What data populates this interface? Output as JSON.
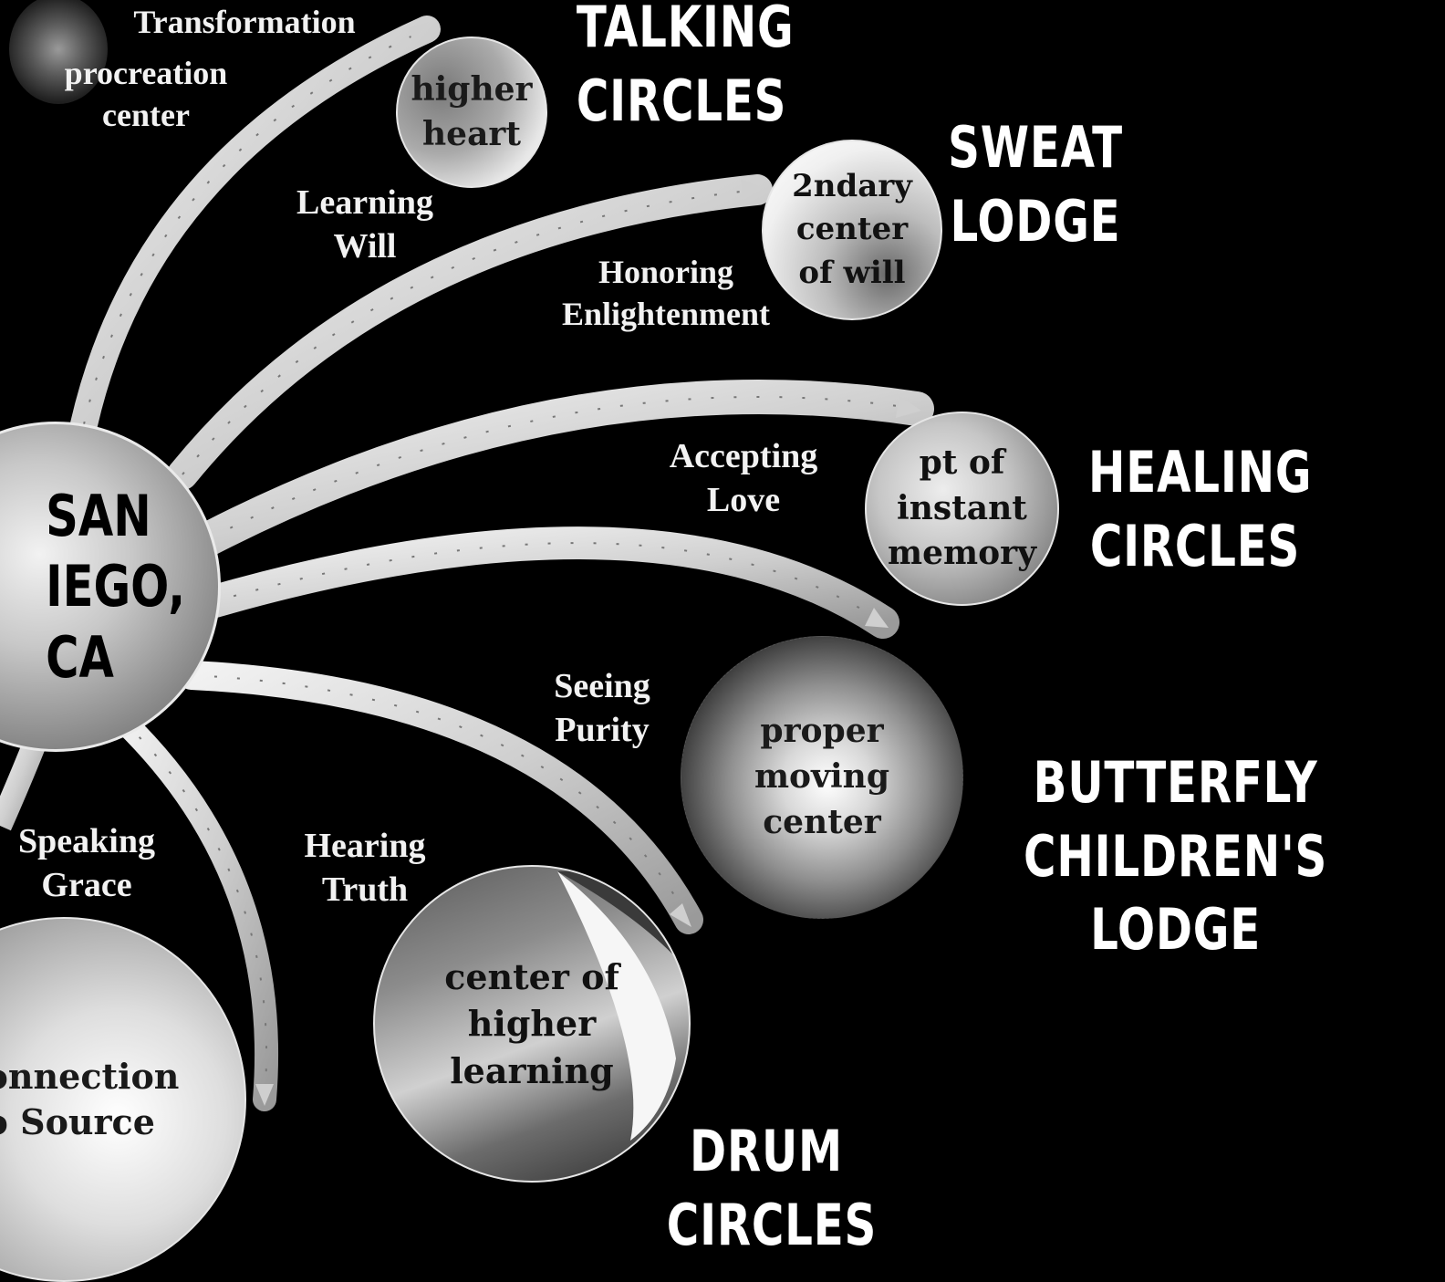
{
  "hub": {
    "text": "SAN\nIEGO,\nCA"
  },
  "spheres": {
    "procreation": {
      "text": ""
    },
    "higher_heart": {
      "text": "higher\nheart"
    },
    "secondary_will": {
      "text": "2ndary\ncenter\nof  will"
    },
    "instant_memory": {
      "text": "pt of\ninstant\nmemory"
    },
    "moving_center": {
      "text": "proper\nmoving\ncenter"
    },
    "higher_learning": {
      "text": "center of\nhigher\nlearning"
    },
    "source": {
      "text": "onnection\no Source"
    }
  },
  "labels": {
    "transformation": "Transformation",
    "procreation_center": "procreation\ncenter",
    "learning_will": "Learning\nWill",
    "honoring": "Honoring\nEnlightenment",
    "accepting": "Accepting\nLove",
    "seeing": "Seeing\nPurity",
    "hearing": "Hearing\nTruth",
    "speaking": "Speaking\nGrace"
  },
  "titles": {
    "talking": "TALKING\nCIRCLES",
    "sweat": "SWEAT\nLODGE",
    "healing": "HEALING\nCIRCLES",
    "butterfly": "BUTTERFLY\nCHILDREN'S LODGE",
    "drum": "DRUM\nCIRCLES"
  },
  "colors": {
    "background": "#000000",
    "arm_fill": "#d8d8d8",
    "arm_edge": "#9a9a9a",
    "sphere_light": "#f4f4f4",
    "sphere_mid": "#8a8a8a",
    "sphere_dark": "#1a1a1a",
    "text_light": "#f2f2f2"
  }
}
